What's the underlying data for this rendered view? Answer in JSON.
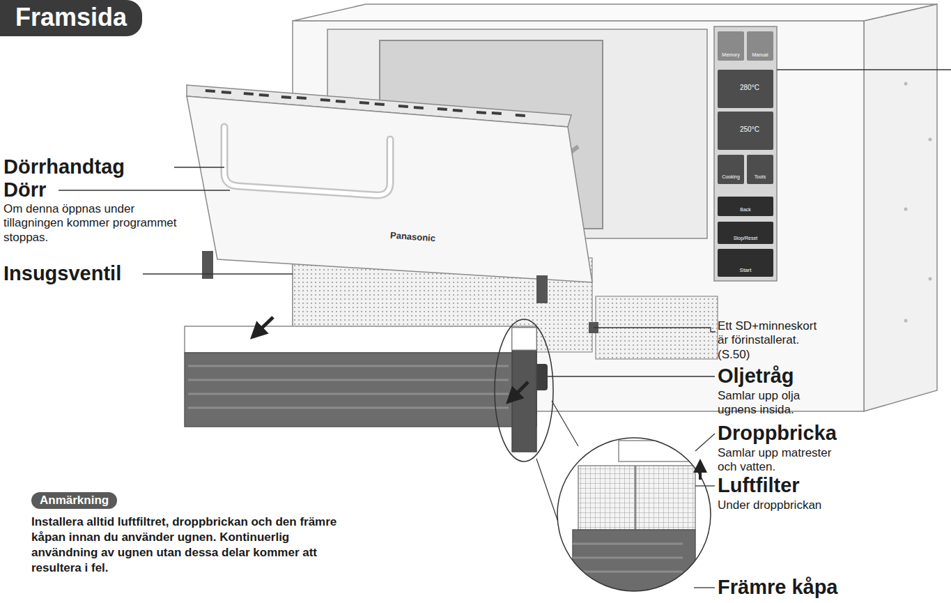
{
  "diagram": {
    "title": "Framsida",
    "nodes": [
      {
        "text": [
          "Anmärkning",
          "Installera alltid luftfiltret, droppbrickan och den främre kåpan innan du använder ugnen. Kontinuerlig användning av ugnen utan dessa delar kommer att resultera i fel."
        ]
      }
    ],
    "labels": [
      "Dörrhandtag",
      "Dörr",
      "Om denna öppnas under tillagningen kommer programmet stoppas.",
      "Insugsventil",
      "Ett SD+minneskort är förinstallerat. (S.50)",
      "Oljetråg",
      "Samlar upp olja ugnens insida.",
      "Droppbricka",
      "Samlar upp matrester och vatten.",
      "Luftfilter",
      "Under droppbrickan",
      "Främre kåpa",
      "Memory",
      "Manual",
      "280°C",
      "250°C",
      "Cooking",
      "Tools",
      "Back",
      "Stop/Reset",
      "Start",
      "Panasonic"
    ]
  }
}
